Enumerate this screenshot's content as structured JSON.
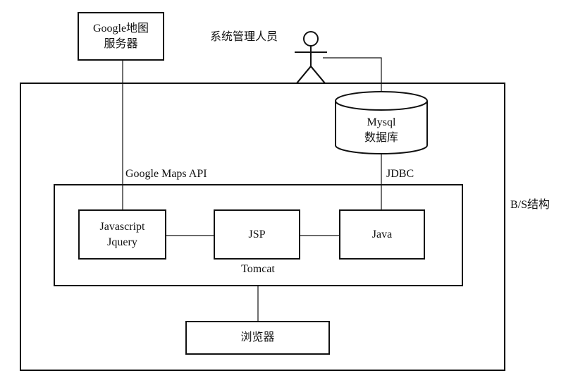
{
  "google_server": {
    "line1": "Google地图",
    "line2": "服务器"
  },
  "admin": {
    "label": "系统管理人员"
  },
  "database": {
    "line1": "Mysql",
    "line2": "数据库"
  },
  "labels": {
    "google_maps_api": "Google Maps API",
    "jdbc": "JDBC",
    "bs_structure": "B/S结构",
    "tomcat": "Tomcat"
  },
  "components": {
    "javascript": {
      "line1": "Javascript",
      "line2": "Jquery"
    },
    "jsp": "JSP",
    "java": "Java"
  },
  "browser": {
    "label": "浏览器"
  }
}
